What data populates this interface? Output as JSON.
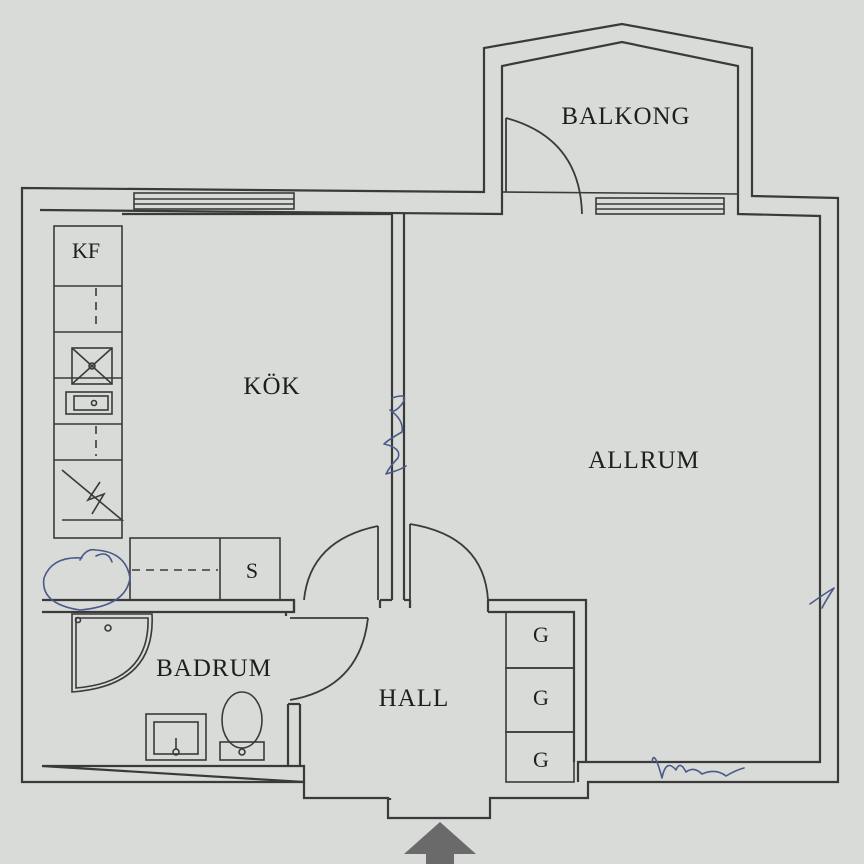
{
  "rooms": {
    "balkong": "BALKONG",
    "kok": "KÖK",
    "allrum": "ALLRUM",
    "badrum": "BADRUM",
    "hall": "HALL"
  },
  "fixtures": {
    "kf": "KF",
    "s": "S",
    "g1": "G",
    "g2": "G",
    "g3": "G"
  },
  "colors": {
    "paper": "#d9dbd8",
    "ink": "#3a3a3a",
    "pen": "#4a5a8a",
    "arrow": "#6a6a6a"
  },
  "icons": [
    "stove-icon",
    "sink-icon",
    "dishwasher-icon",
    "shower-icon",
    "washbasin-icon",
    "toilet-icon",
    "entrance-arrow-icon"
  ]
}
